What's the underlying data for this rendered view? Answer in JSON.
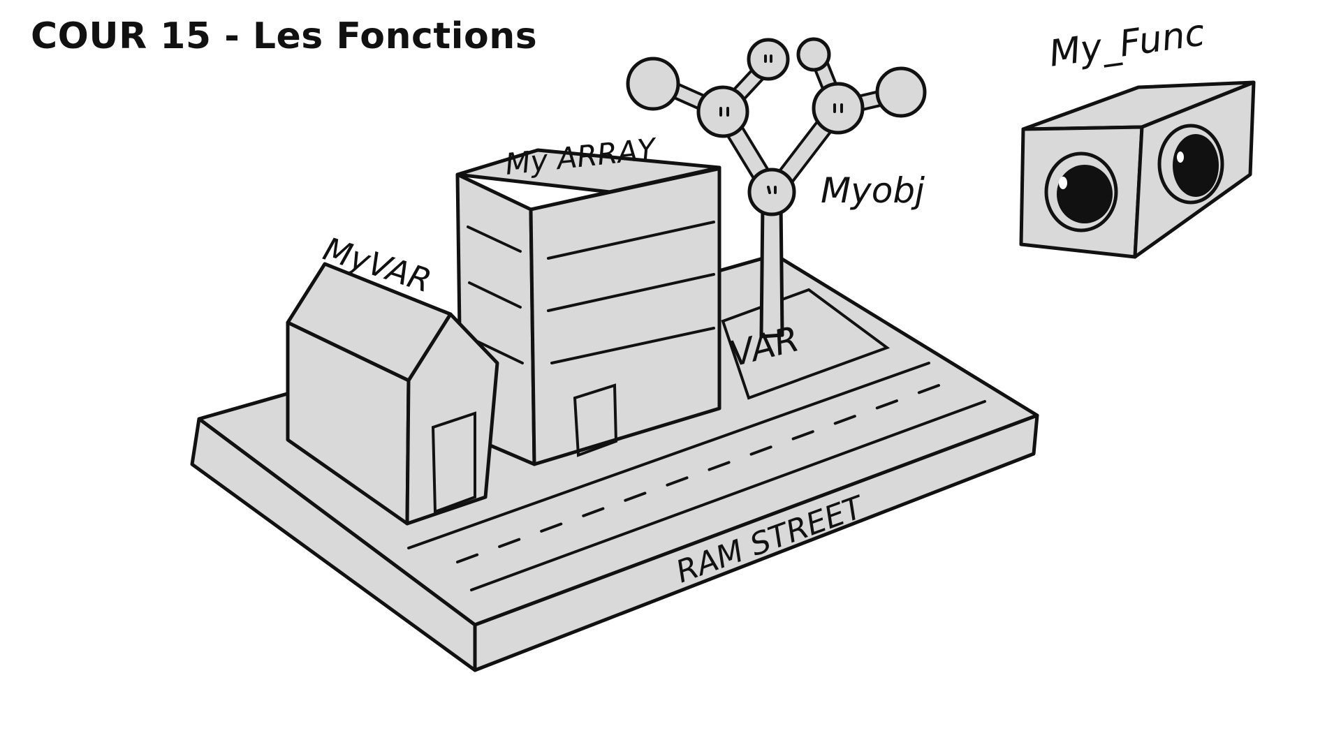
{
  "title": "COUR 15 - Les Fonctions",
  "labels": {
    "my_var": "MyVAR",
    "my_array": "My ARRAY",
    "my_obj": "Myobj",
    "var": "VAR",
    "ram_street": "RAM STREET",
    "my_func": "My_Func"
  },
  "colors": {
    "fill": "#d9d9d9",
    "ink": "#111111",
    "background": "#ffffff"
  }
}
